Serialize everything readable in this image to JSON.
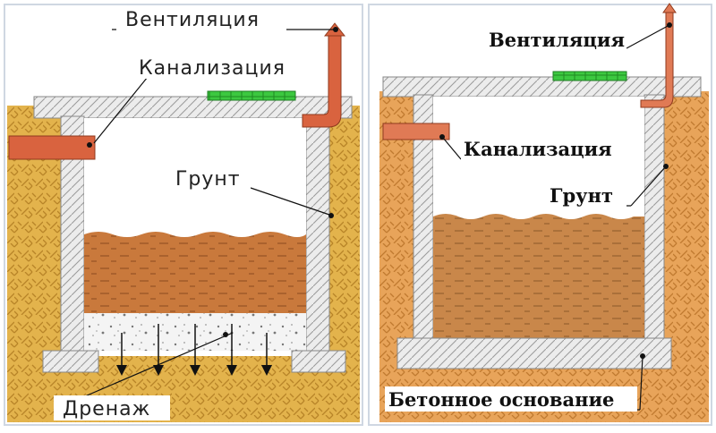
{
  "left_panel": {
    "labels": {
      "ventilation": "Вентиляция",
      "sewer": "Канализация",
      "soil": "Грунт",
      "drainage": "Дренаж"
    }
  },
  "right_panel": {
    "labels": {
      "ventilation": "Вентиляция",
      "sewer": "Канализация",
      "soil": "Грунт",
      "base": "Бетонное основание"
    }
  },
  "colors": {
    "soil_left": "#e3b34c",
    "soil_right": "#e8a45a",
    "sludge": "#c9793c",
    "concrete": "#e9e9e9",
    "pipe": "#d9633f",
    "hatch_green": "#39c43d"
  }
}
